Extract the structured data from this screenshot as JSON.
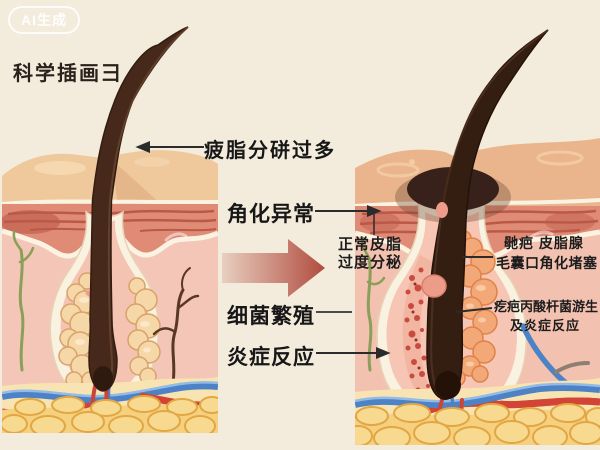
{
  "watermark": {
    "badge": "AI生成"
  },
  "header": {
    "title": "科学插画彐"
  },
  "process_labels": {
    "sebum": "疲脂分硑过多",
    "keratinization": "角化异常",
    "note_line1": "正常皮脂",
    "note_line2": "过度分秘",
    "bacteria": "细菌繁殖",
    "inflammation": "炎症反应"
  },
  "annotations": {
    "gland_line1": "毑疤 皮脂腺",
    "gland_line2": "毛囊口角化堵塞",
    "acne_line1": "疙疤丙酸杆菌游生",
    "acne_line2": "及炎症反应"
  },
  "colors": {
    "background": "#f3ecdc",
    "text": "#1d1d1b",
    "arrow_gradient_start": "#e8cfc0",
    "arrow_gradient_end": "#b04c3f",
    "skin_surface": "#efc89c",
    "epidermis": "#df8b75",
    "dermis": "#f4c6b8",
    "follicle_sheath": "#f9f2e0",
    "hair": "#40241a",
    "comedone_plug": "#38211a",
    "sebaceous_gland": "#f5d7a8",
    "inflamed_gland": "#f3a878",
    "bacteria_dot": "#c94a3e",
    "vein_blue": "#4e82c6",
    "artery_red": "#d24435",
    "fat_yellow": "#f5d07e",
    "nerve_green": "#8b9e5a"
  }
}
